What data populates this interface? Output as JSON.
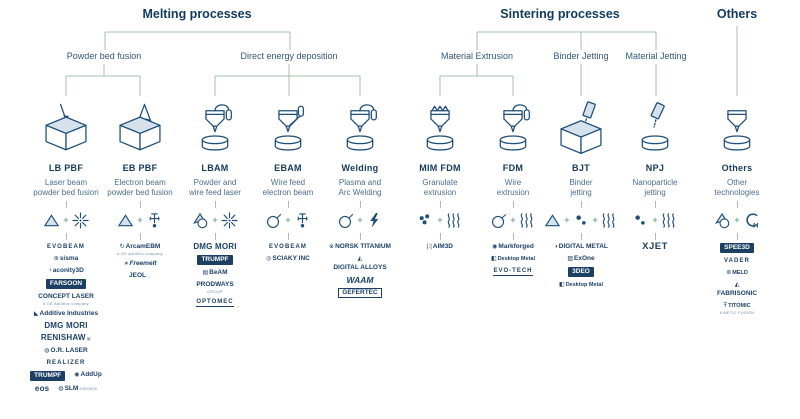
{
  "headers": {
    "melting": "Melting processes",
    "sintering": "Sintering processes",
    "others": "Others"
  },
  "branches": [
    {
      "label": "Powder bed fusion"
    },
    {
      "label": "Direct energy deposition"
    },
    {
      "label": "Material Extrusion"
    },
    {
      "label": "Binder Jetting"
    },
    {
      "label": "Material Jetting"
    }
  ],
  "colors": {
    "navy": "#16395c",
    "line_green": "#a3c2b2",
    "plus_green": "#7aa890",
    "icon_fill": "#d5e2ec"
  },
  "columns": [
    {
      "code": "LB PBF",
      "desc": [
        "Laser beam",
        "powder bed fusion"
      ],
      "icon": "box-laser",
      "symbols": [
        "powder",
        "laser"
      ],
      "logo_rows": [
        [
          {
            "t": "EVOBEAM",
            "style": "caps"
          }
        ],
        [
          {
            "t": "sisma",
            "glyph": "⊛"
          }
        ],
        [
          {
            "t": "aconity3D",
            "glyph": "◔"
          }
        ],
        [
          {
            "t": "FARSOON",
            "style": "box"
          }
        ],
        [
          {
            "t": "CONCEPT LASER",
            "sub": "a GE Additive company"
          }
        ],
        [
          {
            "t": "Additive Industries",
            "glyph": "◣"
          }
        ],
        [
          {
            "t": "DMG MORI",
            "style": "big"
          }
        ],
        [
          {
            "t": "RENISHAW",
            "style": "big",
            "tail": "▣"
          }
        ],
        [
          {
            "t": "O.R. LASER",
            "glyph": "◍"
          }
        ],
        [
          {
            "t": "REALIZER",
            "style": "caps"
          }
        ],
        [
          {
            "t": "TRUMPF",
            "style": "box"
          },
          {
            "t": "AddUp",
            "glyph": "◉"
          }
        ],
        [
          {
            "t": "eos",
            "style": "big"
          },
          {
            "t": "SLM",
            "glyph": "◍",
            "tail": "solutions"
          }
        ]
      ]
    },
    {
      "code": "EB PBF",
      "desc": [
        "Electron beam",
        "powder bed fusion"
      ],
      "icon": "box-ebeam",
      "symbols": [
        "powder",
        "egun"
      ],
      "logo_rows": [
        [
          {
            "t": "ArcamEBM",
            "glyph": "↻",
            "sub": "a GE Additive company"
          }
        ],
        [
          {
            "t": "Freemelt",
            "glyph": "∗",
            "style": "italic"
          }
        ],
        [
          {
            "t": "JEOL",
            "tail": "◡"
          }
        ]
      ]
    },
    {
      "code": "LBAM",
      "desc": [
        "Powder and",
        "wire feed laser"
      ],
      "icon": "nozzle-cable",
      "symbols": [
        "powderwire",
        "laser"
      ],
      "logo_rows": [
        [
          {
            "t": "DMG MORI",
            "style": "big"
          }
        ],
        [
          {
            "t": "TRUMPF",
            "style": "box"
          }
        ],
        [
          {
            "t": "BeAM",
            "glyph": "▤"
          }
        ],
        [
          {
            "t": "PRODWAYS",
            "sub": "GROUP"
          }
        ],
        [
          {
            "t": "OPTOMEC",
            "style": "caps-underline"
          }
        ]
      ]
    },
    {
      "code": "EBAM",
      "desc": [
        "Wire feed",
        "electron beam"
      ],
      "icon": "nozzle-wire",
      "symbols": [
        "wire",
        "egun"
      ],
      "logo_rows": [
        [
          {
            "t": "EVOBEAM",
            "style": "caps"
          }
        ],
        [
          {
            "t": "SCIAKY INC",
            "glyph": "◎"
          }
        ]
      ]
    },
    {
      "code": "Welding",
      "desc": [
        "Plasma and",
        "Arc Welding"
      ],
      "icon": "nozzle-cable",
      "symbols": [
        "wire",
        "bolt"
      ],
      "logo_rows": [
        [
          {
            "t": "NORSK TITANIUM",
            "glyph": "※"
          }
        ],
        [
          {
            "t": "DIGITAL ALLOYS",
            "glyph": "◭",
            "style": "stack"
          }
        ],
        [
          {
            "t": "WAAM",
            "style": "italic-big"
          }
        ],
        [
          {
            "t": "GEFERTEC",
            "style": "border"
          }
        ]
      ]
    },
    {
      "code": "MIM FDM",
      "desc": [
        "Granulate",
        "extrusion"
      ],
      "icon": "nozzle-granule",
      "symbols": [
        "granules",
        "heat"
      ],
      "logo_rows": [
        [
          {
            "t": "AIM3D",
            "glyph": "|:|"
          }
        ]
      ]
    },
    {
      "code": "FDM",
      "desc": [
        "Wire",
        "extrusion"
      ],
      "icon": "nozzle-cable",
      "symbols": [
        "wire",
        "heat"
      ],
      "logo_rows": [
        [
          {
            "t": "Markforged",
            "glyph": "◉"
          }
        ],
        [
          {
            "t": "Desktop Metal",
            "glyph": "◧",
            "style": "tiny"
          }
        ],
        [
          {
            "t": "EVO-TECH",
            "style": "caps-underline"
          }
        ]
      ]
    },
    {
      "code": "BJT",
      "desc": [
        "Binder",
        "jetting"
      ],
      "icon": "head-box",
      "symbols": [
        "powder",
        "drops",
        "heat"
      ],
      "logo_rows": [
        [
          {
            "t": "DIGITAL METAL",
            "glyph": "◑"
          }
        ],
        [
          {
            "t": "ExOne",
            "glyph": "▨"
          }
        ],
        [
          {
            "t": "3DEO",
            "style": "box"
          }
        ],
        [
          {
            "t": "Desktop Metal",
            "glyph": "◧",
            "style": "tiny"
          }
        ]
      ]
    },
    {
      "code": "NPJ",
      "desc": [
        "Nanoparticle",
        "jetting"
      ],
      "icon": "head-cyl",
      "symbols": [
        "drops",
        "heat"
      ],
      "logo_rows": [
        [
          {
            "t": "XJET",
            "style": "xjet"
          }
        ]
      ]
    },
    {
      "code": "Others",
      "desc": [
        "Other",
        "technologies"
      ],
      "icon": "nozzle-plain",
      "symbols": [
        "powderwire",
        "cheat"
      ],
      "logo_rows": [
        [
          {
            "t": "SPEE3D",
            "style": "box"
          }
        ],
        [
          {
            "t": "VADER",
            "style": "caps"
          }
        ],
        [
          {
            "t": "MELD",
            "glyph": "⊛",
            "style": "tiny"
          }
        ],
        [
          {
            "t": "FABRISONIC",
            "glyph": "◭",
            "style": "stack"
          }
        ],
        [
          {
            "t": "TITOMIC",
            "glyph": "Ŧ",
            "sub": "KINETIC FUSION",
            "style": "tiny"
          }
        ]
      ]
    }
  ]
}
